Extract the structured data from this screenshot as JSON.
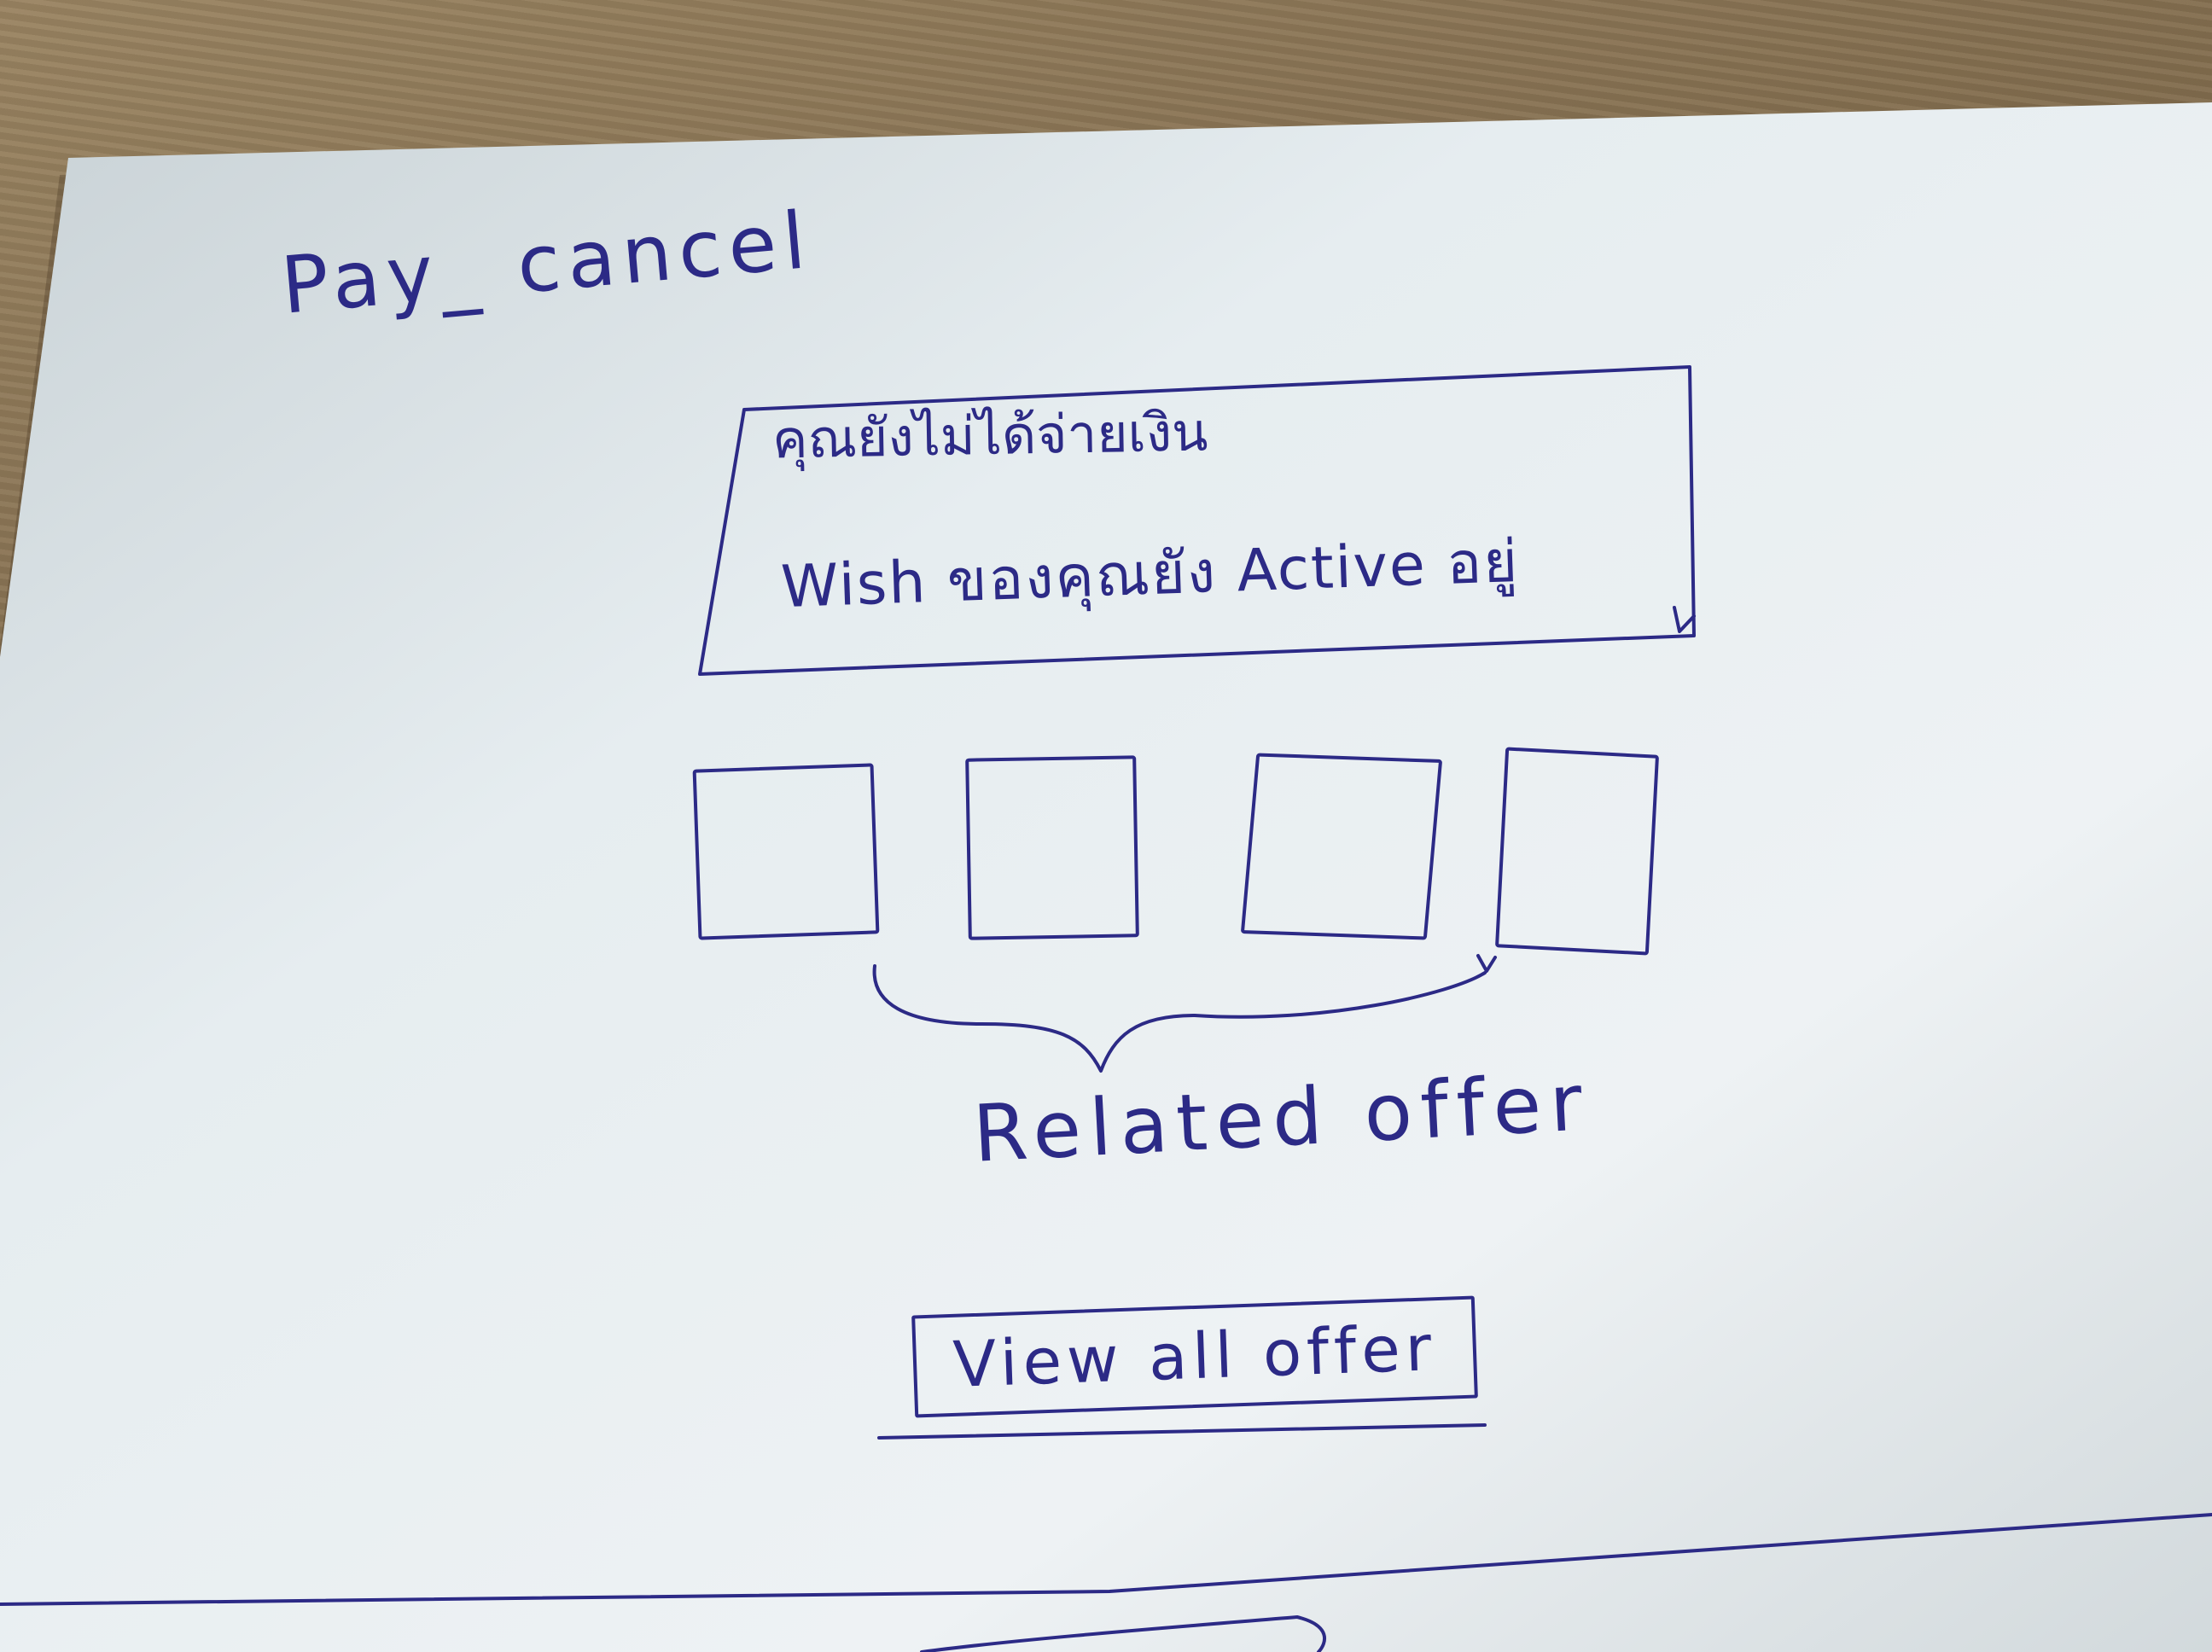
{
  "sketch": {
    "title": "Pay_ cancel",
    "message": {
      "line1": "คุณยังไม่ได้จ่ายเงิน",
      "line2": "Wish ของคุณยัง Active อยู่"
    },
    "related_offers": {
      "label": "Related offer",
      "items": [
        {
          "name": "offer-slot-1"
        },
        {
          "name": "offer-slot-2"
        },
        {
          "name": "offer-slot-3"
        },
        {
          "name": "offer-slot-4"
        }
      ]
    },
    "view_all_button": {
      "label": "View all offer"
    }
  },
  "colors": {
    "ink": "#2c2a86",
    "paper": "#e4ebee",
    "desk": "#7c6749"
  }
}
